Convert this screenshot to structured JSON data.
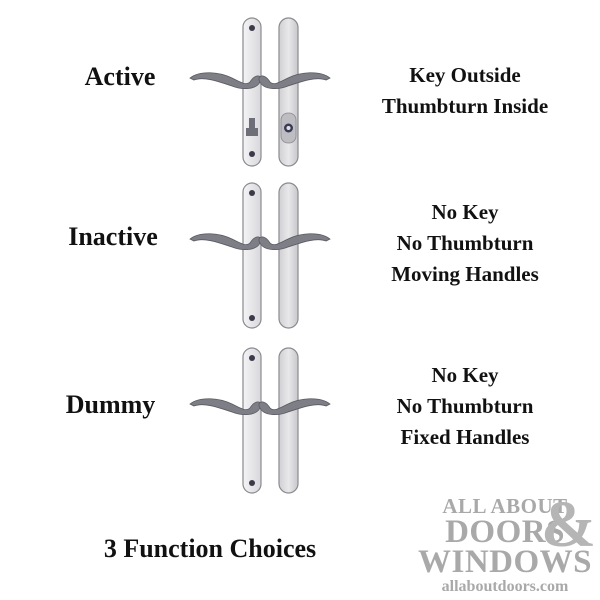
{
  "rows": [
    {
      "label": "Active",
      "desc": [
        "Key Outside",
        "Thumbturn Inside"
      ],
      "keyed": true
    },
    {
      "label": "Inactive",
      "desc": [
        "No Key",
        "No Thumbturn",
        "Moving Handles"
      ],
      "keyed": false
    },
    {
      "label": "Dummy",
      "desc": [
        "No Key",
        "No Thumbturn",
        "Fixed Handles"
      ],
      "keyed": false
    }
  ],
  "footer": {
    "title": "3 Function Choices"
  },
  "logo": {
    "line1": "ALL ABOUT",
    "line2": "DOORS",
    "ampersand": "&",
    "line3": "WINDOWS",
    "url": "allaboutdoors.com"
  },
  "colors": {
    "plate": "#e4e4e6",
    "plate_outline": "#8a8a90",
    "handle": "#7e7e86",
    "logo": "#a9a9a9"
  }
}
